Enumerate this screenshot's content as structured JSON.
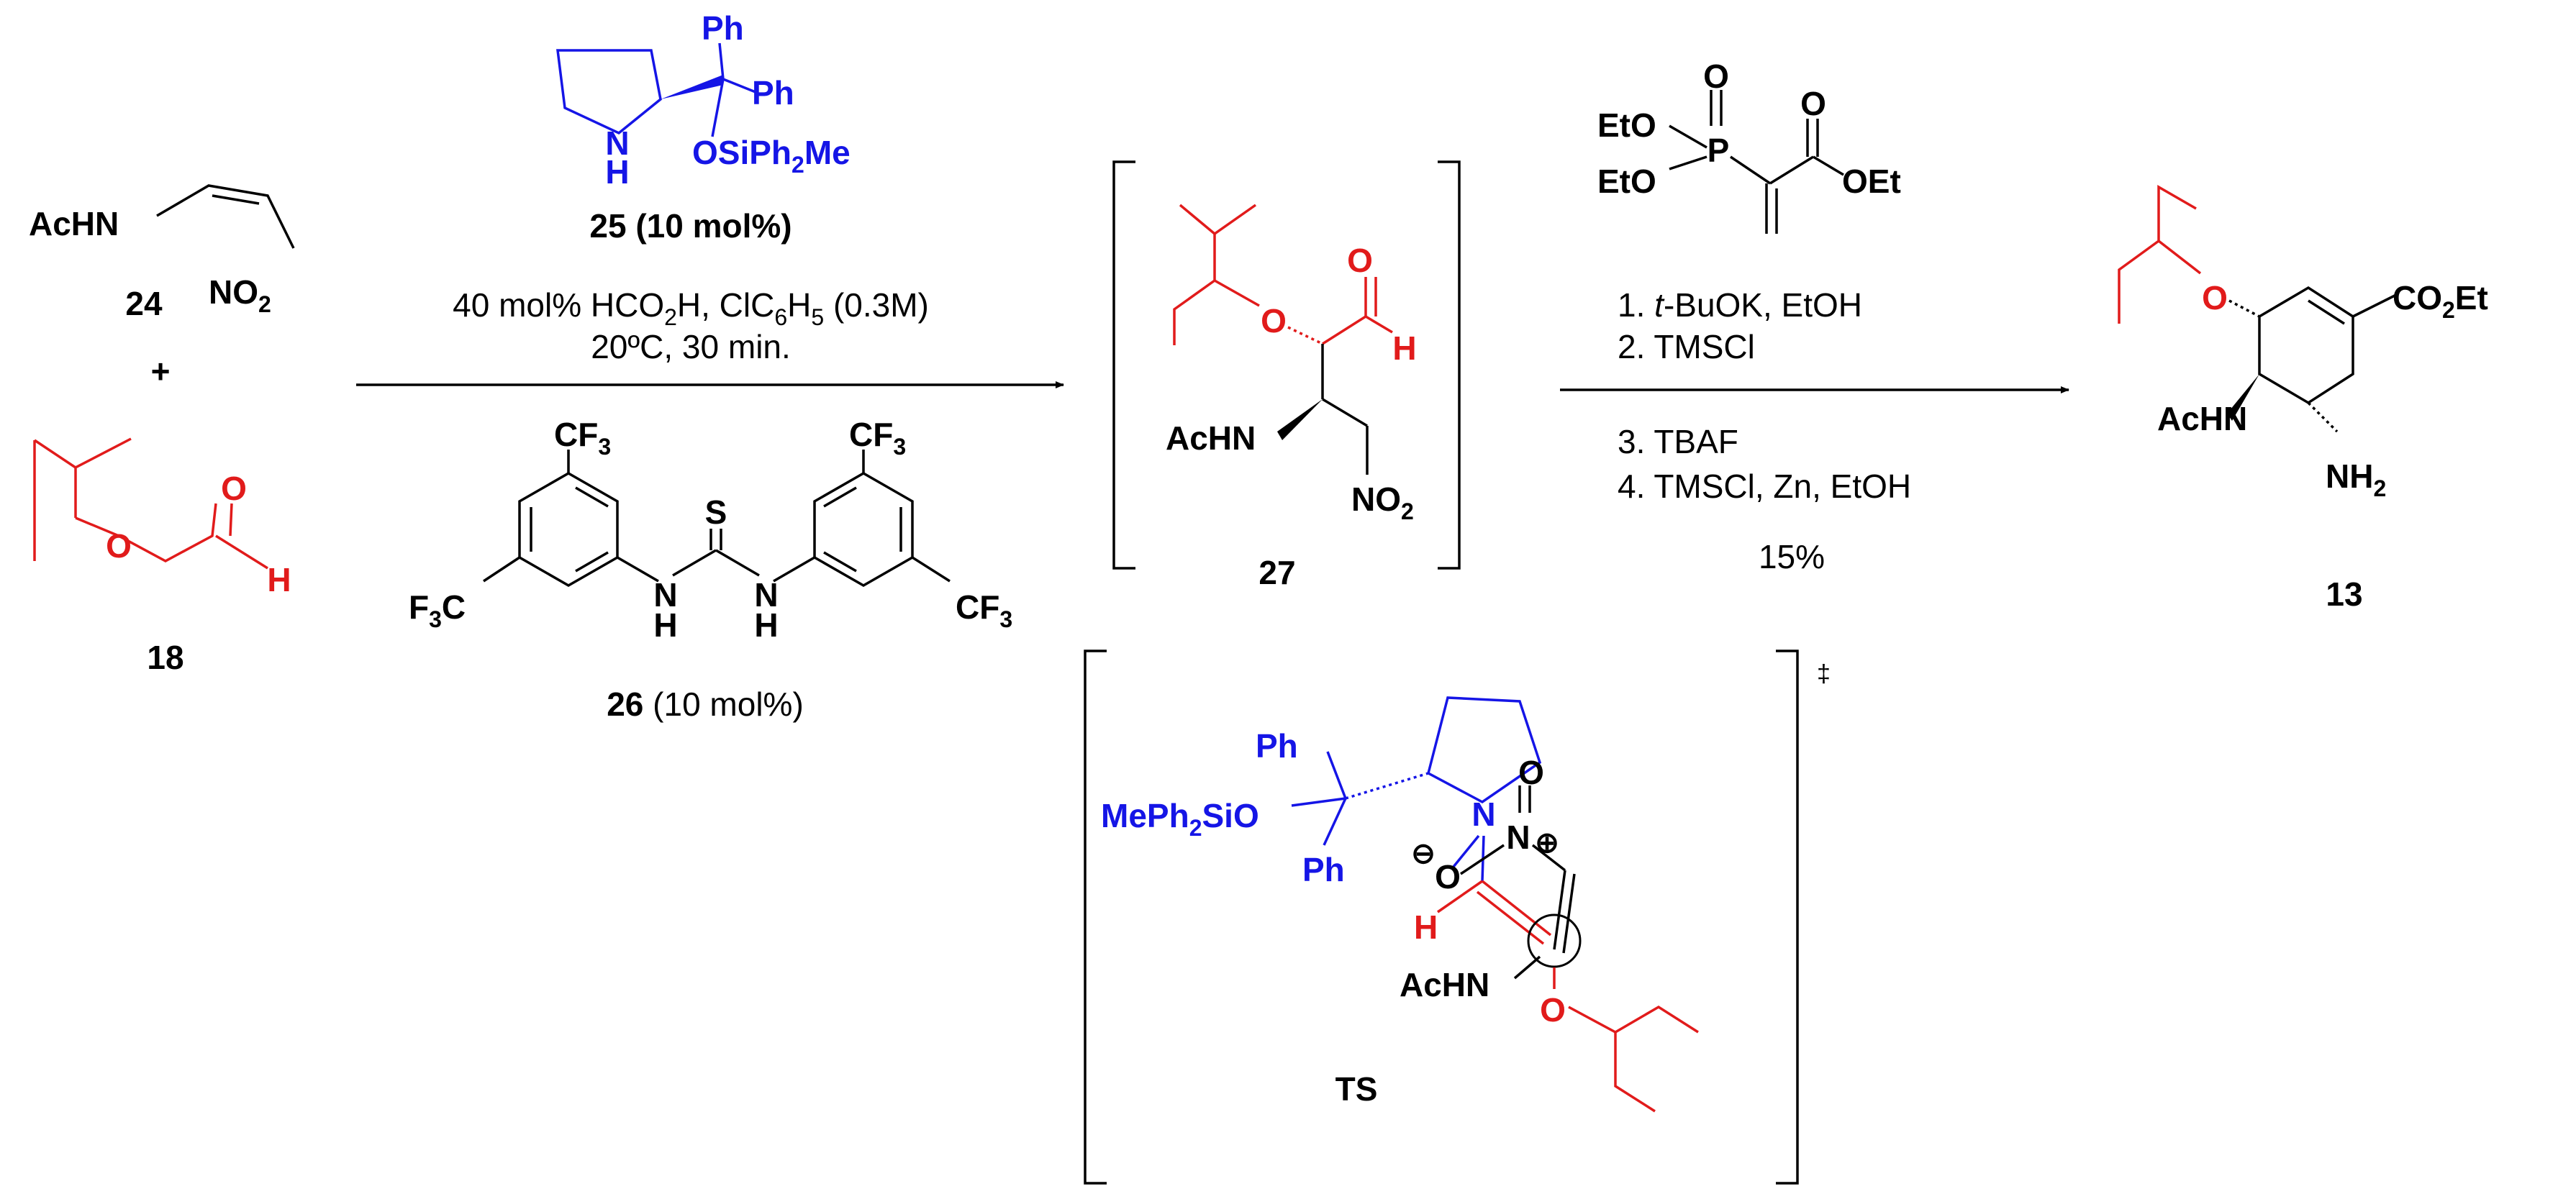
{
  "colors": {
    "black": "#000000",
    "blue": "#1515e6",
    "red": "#e11b1b"
  },
  "reactant_24": {
    "number": "24",
    "acnh": "AcHN",
    "nitro": "NO",
    "nitro_sub": "2"
  },
  "plus": "+",
  "reactant_18": {
    "number": "18",
    "oxygen": "O",
    "ald_o": "O",
    "ald_h": "H"
  },
  "catalyst_25": {
    "ph1": "Ph",
    "ph2": "Ph",
    "nh_n": "N",
    "nh_h": "H",
    "osi_a": "OSiPh",
    "osi_sub": "2",
    "osi_b": "Me",
    "label": "25 (10 mol%)"
  },
  "conditions_1": {
    "line1_a": "40 mol% HCO",
    "line1_sub1": "2",
    "line1_b": "H, ClC",
    "line1_sub2": "6",
    "line1_c": "H",
    "line1_sub3": "5",
    "line1_d": " (0.3M)",
    "line2": "20ºC, 30 min."
  },
  "catalyst_26": {
    "cf3_a": "CF",
    "cf3_sub": "3",
    "f3c_a": "F",
    "f3c_sub": "3",
    "f3c_b": "C",
    "s": "S",
    "n": "N",
    "h": "H",
    "label_num": "26",
    "label_rest": " (10 mol%)"
  },
  "intermediate_27": {
    "number": "27",
    "oxygen": "O",
    "ald_o": "O",
    "ald_h": "H",
    "acnh": "AcHN",
    "nitro": "NO",
    "nitro_sub": "2"
  },
  "reagent_phosphonate": {
    "eto1": "EtO",
    "eto2": "EtO",
    "p": "P",
    "o_p": "O",
    "o_c": "O",
    "oet": "OEt"
  },
  "conditions_2": {
    "step1_a": "1. ",
    "step1_it": "t",
    "step1_b": "-BuOK, EtOH",
    "step2": "2. TMSCl",
    "step3": "3. TBAF",
    "step4": "4. TMSCl, Zn, EtOH",
    "yield": "15%"
  },
  "product_13": {
    "number": "13",
    "oxygen": "O",
    "ester_a": "CO",
    "ester_sub": "2",
    "ester_b": "Et",
    "acnh": "AcHN",
    "nh2_a": "NH",
    "nh2_sub": "2"
  },
  "transition_state": {
    "label": "TS",
    "dagger": "‡",
    "ph1": "Ph",
    "ph2": "Ph",
    "mephsio_a": "MePh",
    "mephsio_sub": "2",
    "mephsio_b": "SiO",
    "n_pyr": "N",
    "n_nitro": "N",
    "charge_plus": "⊕",
    "charge_minus": "⊖",
    "o_top": "O",
    "o_left": "O",
    "h": "H",
    "acnh": "AcHN",
    "o_red": "O"
  }
}
